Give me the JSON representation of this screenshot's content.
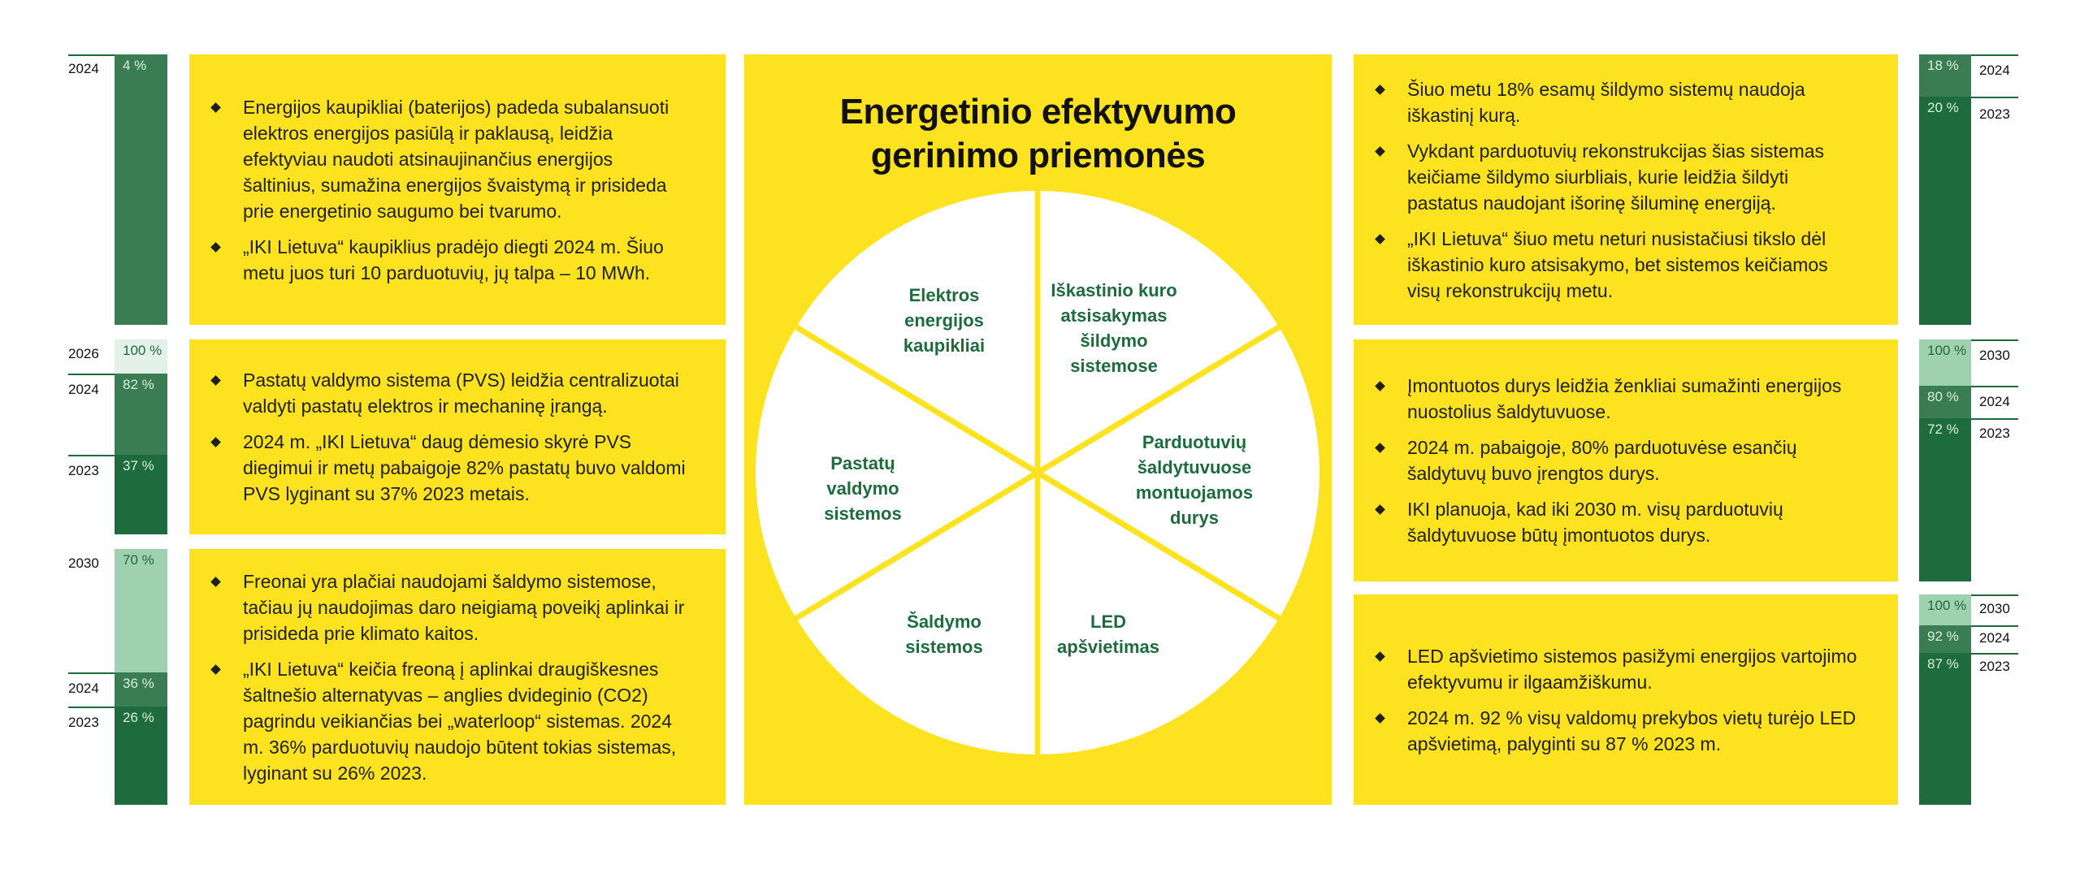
{
  "center": {
    "title_line1": "Energetinio efektyvumo",
    "title_line2": "gerinimo priemonės",
    "wheel": [
      "Elektros energijos kaupikliai",
      "Iškastinio kuro atsisakymas šildymo sistemose",
      "Parduotuvių šaldytuvuose montuojamos durys",
      "LED apšvietimas",
      "Šaldymo sistemos",
      "Pastatų valdymo sistemos"
    ]
  },
  "left_cards": [
    {
      "bullets": [
        "Energijos kaupikliai (baterijos) padeda subalansuoti elektros energijos pasiūlą ir paklausą, leidžia efektyviau naudoti atsinaujinančius energijos šaltinius, sumažina energijos švaistymą ir prisideda prie energetinio saugumo bei tvarumo.",
        "„IKI Lietuva“ kaupiklius pradėjo diegti 2024 m. Šiuo metu juos turi 10 parduotuvių, jų talpa – 10 MWh."
      ],
      "bars": [
        {
          "year": "2024",
          "pct": "4 %",
          "value": 4
        }
      ]
    },
    {
      "bullets": [
        "Pastatų valdymo sistema (PVS) leidžia centralizuotai valdyti pastatų elektros ir mechaninę įrangą.",
        "2024 m. „IKI Lietuva“ daug dėmesio skyrė PVS diegimui ir metų pabaigoje 82% pastatų buvo valdomi PVS lyginant su 37% 2023 metais."
      ],
      "bars": [
        {
          "year": "2026",
          "pct": "100 %",
          "value": 100
        },
        {
          "year": "2024",
          "pct": "82 %",
          "value": 82
        },
        {
          "year": "2023",
          "pct": "37 %",
          "value": 37
        }
      ]
    },
    {
      "bullets": [
        "Freonai yra plačiai naudojami šaldymo sistemose, tačiau jų naudojimas daro neigiamą poveikį aplinkai ir prisideda prie klimato kaitos.",
        "„IKI Lietuva“ keičia freoną į aplinkai draugiškesnes šaltnešio alternatyvas – anglies dvideginio (CO2) pagrindu veikiančias bei „waterloop“ sistemas. 2024 m. 36% parduotuvių naudojo būtent tokias sistemas, lyginant su 26% 2023."
      ],
      "bars": [
        {
          "year": "2030",
          "pct": "70 %",
          "value": 70
        },
        {
          "year": "2024",
          "pct": "36 %",
          "value": 36
        },
        {
          "year": "2023",
          "pct": "26 %",
          "value": 26
        }
      ]
    }
  ],
  "right_cards": [
    {
      "bullets": [
        "Šiuo metu 18% esamų šildymo sistemų naudoja iškastinį kurą.",
        "Vykdant parduotuvių rekonstrukcijas šias sistemas keičiame šildymo siurbliais, kurie  leidžia šildyti pastatus naudojant išorinę šiluminę energiją.",
        "„IKI Lietuva“ šiuo metu neturi nusistačiusi tikslo dėl iškastinio kuro atsisakymo, bet sistemos keičiamos visų rekonstrukcijų metu."
      ],
      "bars": [
        {
          "year": "2024",
          "pct": "18 %",
          "value": 18
        },
        {
          "year": "2023",
          "pct": "20 %",
          "value": 20
        }
      ]
    },
    {
      "bullets": [
        "Įmontuotos durys leidžia ženkliai sumažinti energijos nuostolius šaldytuvuose.",
        "2024 m. pabaigoje, 80% parduotuvėse esančių šaldytuvų buvo įrengtos durys.",
        "IKI planuoja, kad iki 2030 m. visų parduotuvių šaldytuvuose būtų įmontuotos durys."
      ],
      "bars": [
        {
          "year": "2030",
          "pct": "100 %",
          "value": 100
        },
        {
          "year": "2024",
          "pct": "80 %",
          "value": 80
        },
        {
          "year": "2023",
          "pct": "72 %",
          "value": 72
        }
      ]
    },
    {
      "bullets": [
        "LED apšvietimo sistemos pasižymi energijos vartojimo efektyvumu ir ilgaamžiškumu.",
        "2024 m. 92 % visų valdomų prekybos vietų turėjo LED apšvietimą, palyginti su 87 % 2023 m."
      ],
      "bars": [
        {
          "year": "2030",
          "pct": "100 %",
          "value": 100
        },
        {
          "year": "2024",
          "pct": "92 %",
          "value": 92
        },
        {
          "year": "2023",
          "pct": "87 %",
          "value": 87
        }
      ]
    }
  ],
  "colors": {
    "yellow": "#fde21f",
    "green_dark": "#1e6b3e",
    "green_mid": "#3a7d53",
    "green_light": "#9fd0b0"
  }
}
